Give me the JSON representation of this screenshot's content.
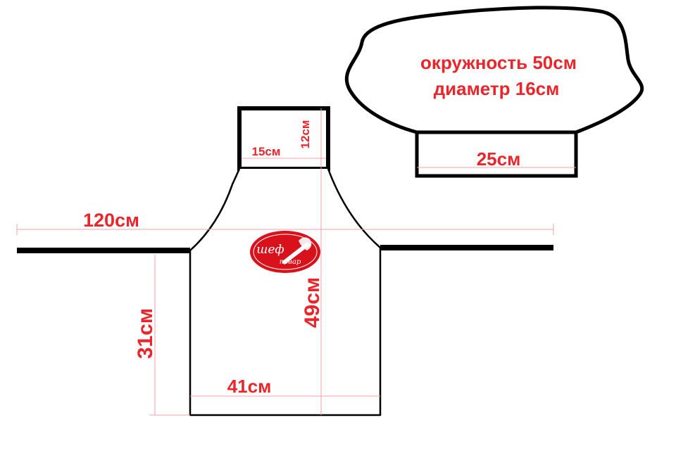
{
  "hat": {
    "circumference_label": "окружность 50см",
    "diameter_label": "диаметр 16см",
    "band_width_label": "25см"
  },
  "apron": {
    "pocket_width_label": "15см",
    "pocket_height_label": "12см",
    "tie_length_label": "120см",
    "side_height_label": "31см",
    "total_height_label": "49см",
    "bottom_width_label": "41см"
  },
  "logo": {
    "line1": "шеф",
    "line2": "повар"
  },
  "colors": {
    "outline": "#000000",
    "dimension_text": "#e8262b",
    "dimension_line": "#f4a0a4",
    "logo_fill": "#d8111b"
  }
}
